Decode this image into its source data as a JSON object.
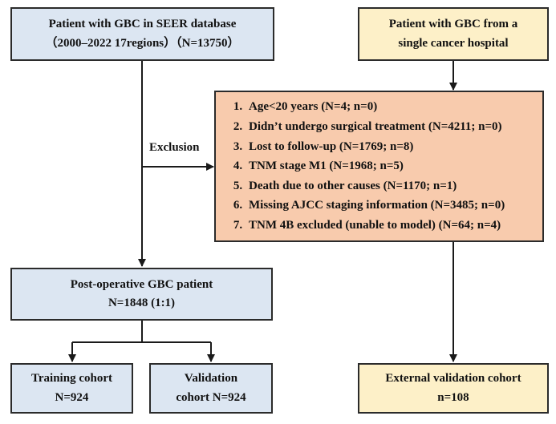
{
  "seer_box": {
    "line1": "Patient with GBC in SEER database",
    "line2": "（2000–2022 17regions）（N=13750）"
  },
  "hospital_box": {
    "line1": "Patient with GBC from a",
    "line2": "single cancer hospital"
  },
  "exclusion_label": "Exclusion",
  "exclusion_criteria": [
    {
      "num": "1.",
      "text": "Age<20 years (N=4; n=0)"
    },
    {
      "num": "2.",
      "text": "Didn’t undergo surgical treatment (N=4211; n=0)"
    },
    {
      "num": "3.",
      "text": "Lost to follow-up (N=1769; n=8)"
    },
    {
      "num": "4.",
      "text": "TNM stage M1 (N=1968; n=5)"
    },
    {
      "num": "5.",
      "text": "Death due to other causes (N=1170; n=1)"
    },
    {
      "num": "6.",
      "text": "Missing AJCC staging information (N=3485; n=0)"
    },
    {
      "num": "7.",
      "text": "TNM 4B excluded (unable to model) (N=64; n=4)"
    }
  ],
  "postop_box": {
    "line1": "Post-operative GBC patient",
    "line2": "N=1848 (1:1)"
  },
  "training_box": {
    "line1": "Training cohort",
    "line2": "N=924"
  },
  "validation_box": {
    "line1": "Validation",
    "line2": "cohort N=924"
  },
  "external_box": {
    "line1": "External validation cohort",
    "line2": "n=108"
  },
  "colors": {
    "blue_fill": "#dce6f2",
    "yellow_fill": "#fdf0c8",
    "orange_fill": "#f8cbad",
    "stroke": "#2b2b2b"
  }
}
